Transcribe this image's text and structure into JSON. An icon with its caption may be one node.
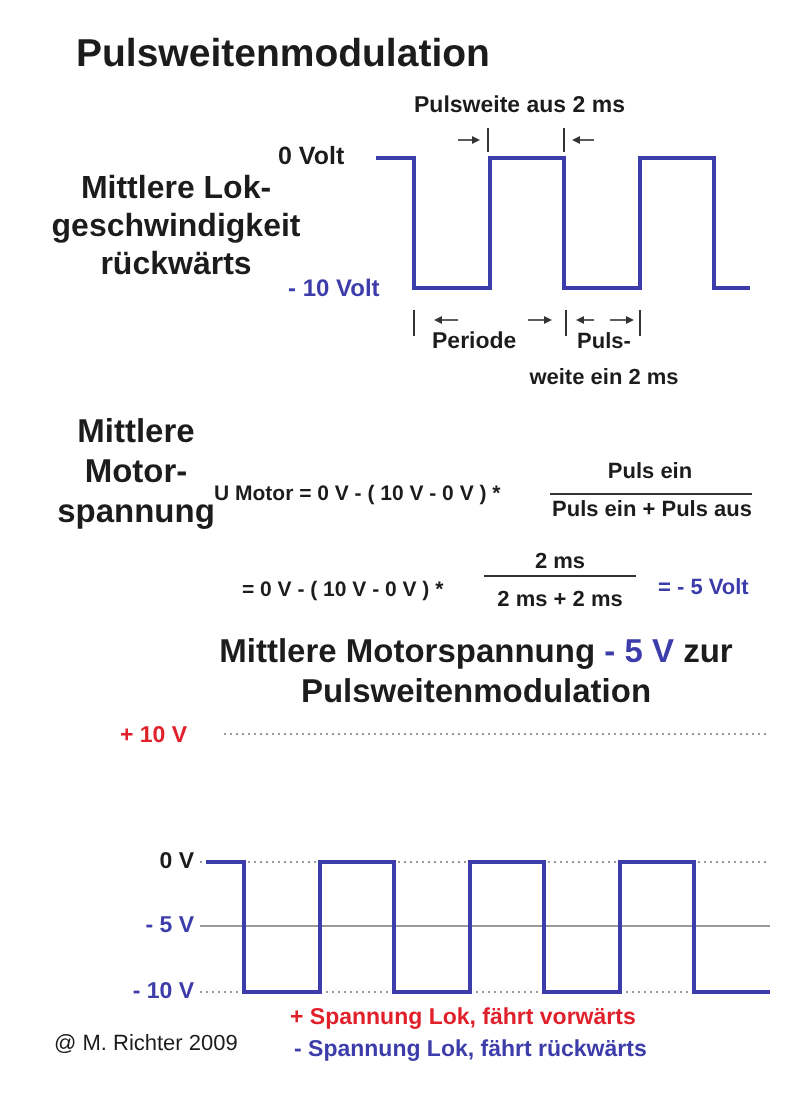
{
  "diagram": {
    "title": "Pulsweitenmodulation",
    "labels": [
      "Pulsweite aus 2 ms",
      "0 Volt",
      "Mittlere Lok- geschwindigkeit rückwärts",
      "- 10 Volt",
      "Periode",
      "Puls- weite ein 2 ms",
      "Mittlere Motor- spannung",
      "U Motor = 0 V - ( 10 V - 0 V ) *",
      "Puls ein",
      "Puls ein + Puls aus",
      "= 0 V - ( 10 V - 0 V ) *",
      "2 ms",
      "2 ms + 2 ms",
      "= - 5 Volt",
      "Mittlere Motorspannung *- 5 V* zur Pulsweitenmodulation",
      "+ 10 V",
      "0 V",
      "- 5 V",
      "- 10 V",
      "+ Spannung Lok, fährt vorwärts",
      "@ M. Richter 2009",
      "- Spannung Lok, fährt rückwärts"
    ]
  }
}
